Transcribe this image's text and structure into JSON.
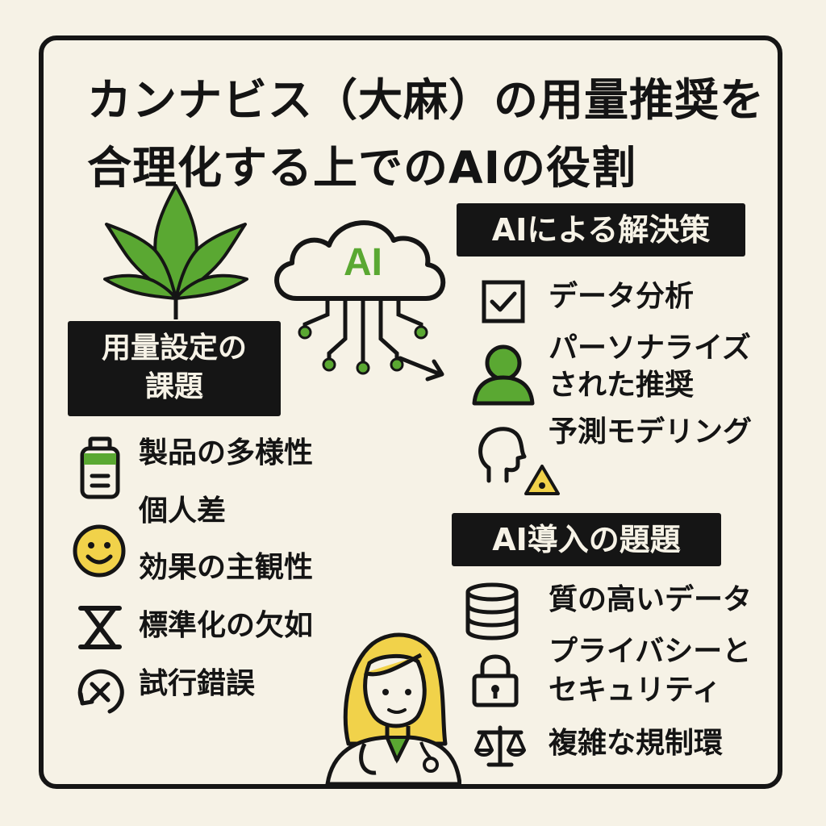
{
  "title": {
    "line1": "カンナビス（大麻）の用量推奨を",
    "line2": "合理化する上でのAIの役割"
  },
  "cloud_label": "AI",
  "challenges": {
    "heading_line1": "用量設定の",
    "heading_line2": "課題",
    "items": [
      "製品の多様性",
      "個人差",
      "効果の主観性",
      "標準化の欠如",
      "試行錯誤"
    ]
  },
  "solutions": {
    "heading": "AIによる解決策",
    "items": [
      "データ分析",
      "パーソナライズ",
      "された推奨",
      "予測モデリング"
    ]
  },
  "ai_challenges": {
    "heading": "AI導入の題題",
    "items": [
      "質の高いデータ",
      "プライバシーと",
      "セキュリティ",
      "複雑な規制環"
    ]
  },
  "colors": {
    "background": "#f6f2e6",
    "ink": "#151515",
    "leaf_green": "#5aa832",
    "accent_yellow": "#f1d24a"
  }
}
